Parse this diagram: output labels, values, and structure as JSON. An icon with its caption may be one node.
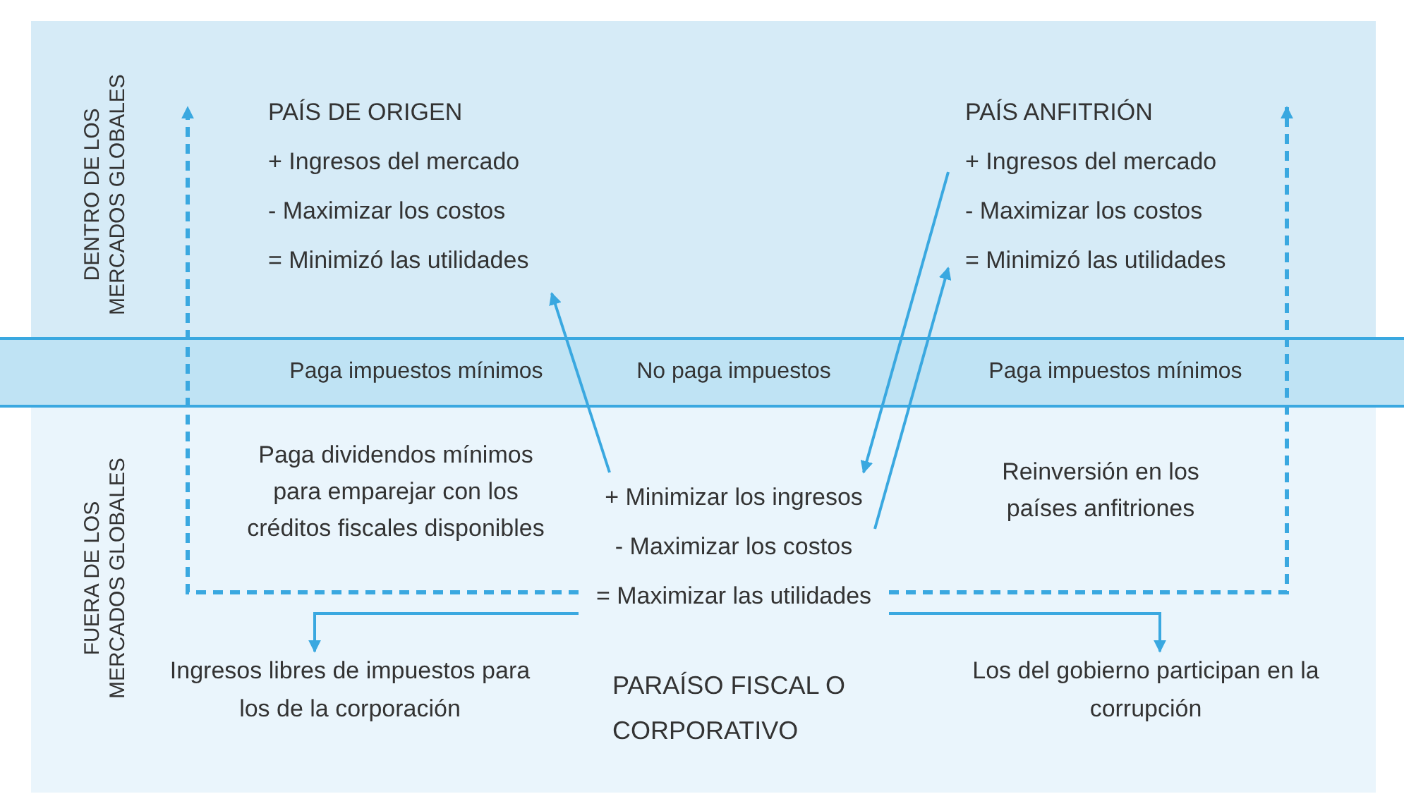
{
  "diagram": {
    "nodes": [
      {
        "text": [
          "PAÍS DE ORIGEN",
          "+ Ingresos del mercado",
          "- Maximizar los costos",
          "= Minimizó las utilidades"
        ]
      },
      {
        "text": [
          "PAÍS ANFITRIÓN",
          "+ Ingresos del mercado",
          "- Maximizar los costos",
          "= Minimizó las utilidades"
        ]
      },
      {
        "text": [
          "+ Minimizar los ingresos",
          "- Maximizar los costos",
          "= Maximizar las utilidades"
        ],
        "beside": [
          "PARAÍSO FISCAL O CORPORATIVO"
        ]
      },
      {
        "text": [
          "Ingresos libres de impuestos para los de la corporación"
        ]
      },
      {
        "text": [
          "Los del gobierno participan en la corrupción"
        ]
      }
    ],
    "edges": [
      {
        "from": 2,
        "to": 0,
        "arrow": "to"
      },
      {
        "from": 1,
        "to": 2,
        "arrow": "to"
      },
      {
        "from": 2,
        "to": 1,
        "arrow": "to"
      },
      {
        "from": 2,
        "to": 0,
        "arrow": "to",
        "style": "dashed"
      },
      {
        "from": 2,
        "to": 1,
        "arrow": "to",
        "style": "dashed"
      },
      {
        "from": 2,
        "to": 3,
        "arrow": "to"
      },
      {
        "from": 2,
        "to": 4,
        "arrow": "to"
      }
    ],
    "labels": [
      "DENTRO DE LOS MERCADOS GLOBALES",
      "Paga impuestos mínimos",
      "No paga impuestos",
      "Paga impuestos mínimos",
      "Paga dividendos mínimos para emparejar con los créditos fiscales disponibles",
      "Reinversión en los países anfitriones",
      "FUERA DE LOS MERCADOS GLOBALES"
    ]
  }
}
